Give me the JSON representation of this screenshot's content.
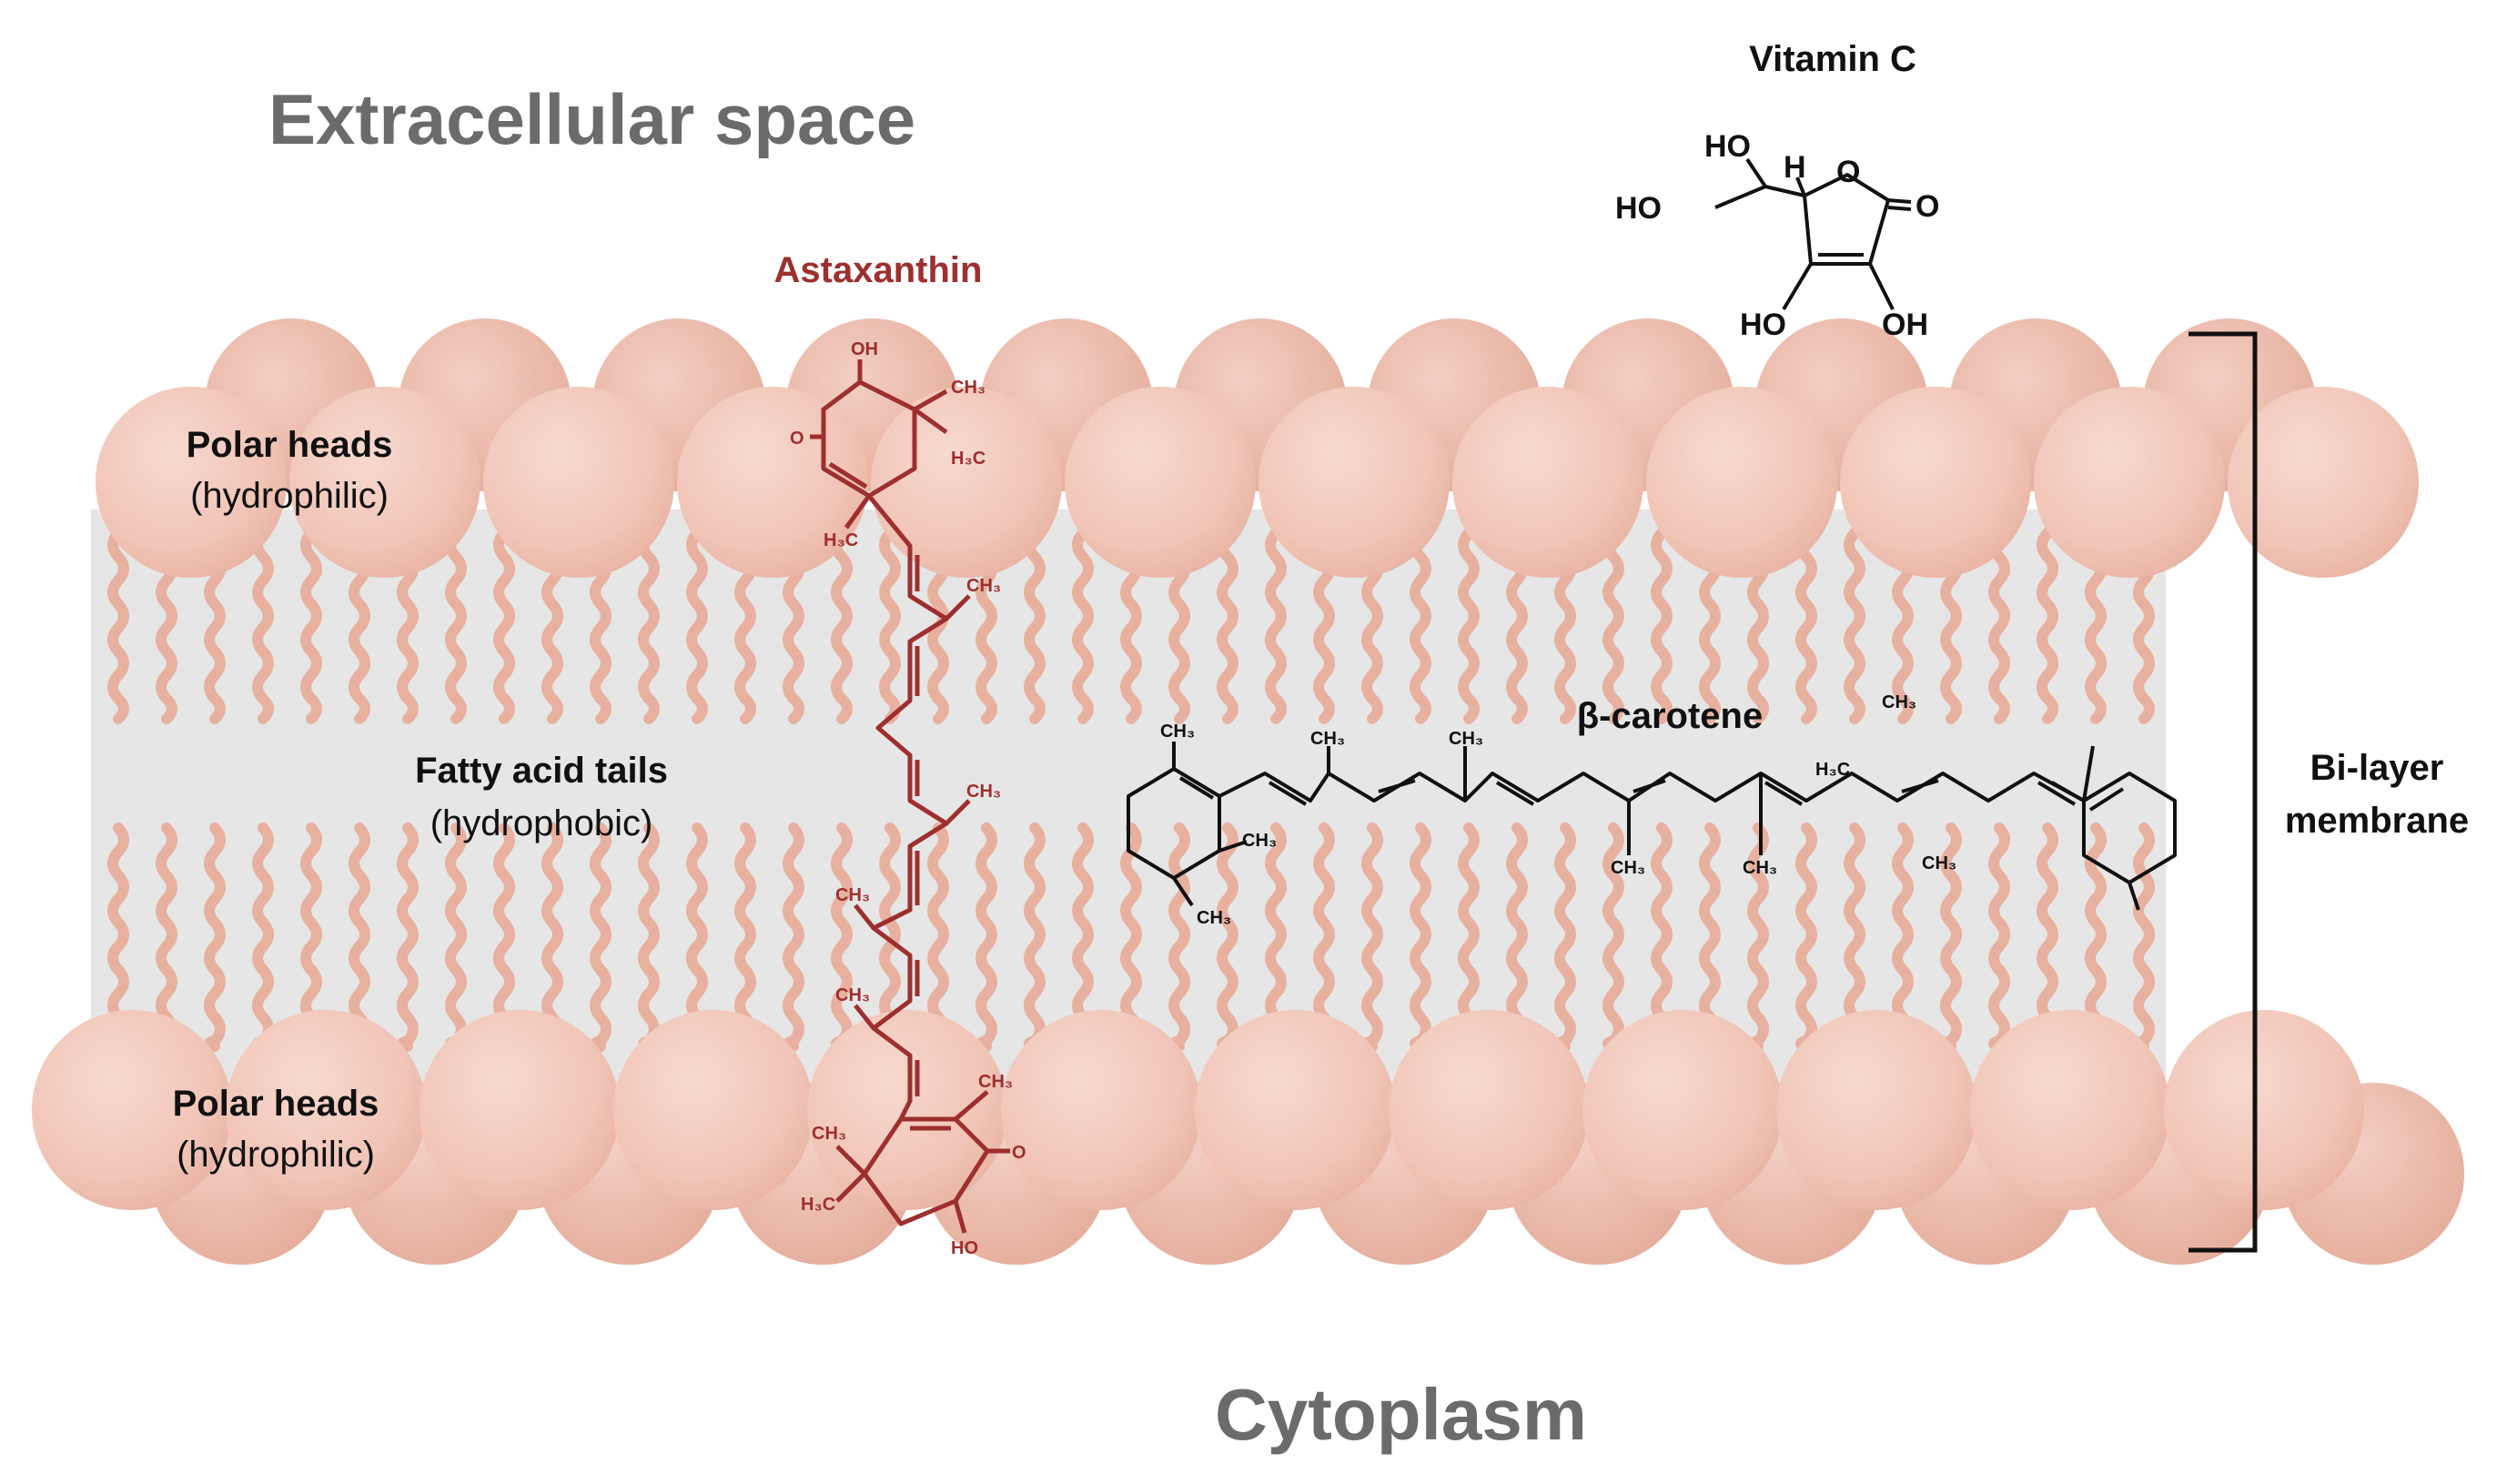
{
  "regions": {
    "extracellular": "Extracellular space",
    "cytoplasm": "Cytoplasm"
  },
  "membrane": {
    "top_heads_title": "Polar heads",
    "top_heads_sub": "(hydrophilic)",
    "tails_title": "Fatty acid tails",
    "tails_sub": "(hydrophobic)",
    "bottom_heads_title": "Polar heads",
    "bottom_heads_sub": "(hydrophilic)",
    "bilayer_line1": "Bi-layer",
    "bilayer_line2": "membrane"
  },
  "molecules": {
    "astaxanthin": {
      "name": "Astaxanthin",
      "atoms": {
        "oh": "OH",
        "ho": "HO",
        "o": "O",
        "ch3": "CH₃",
        "h3c": "H₃C"
      }
    },
    "beta_carotene": {
      "name": "β-carotene",
      "atoms": {
        "ch3": "CH₃",
        "h3c": "H₃C"
      }
    },
    "vitamin_c": {
      "name": "Vitamin C",
      "atoms": {
        "ho_top": "HO",
        "h": "H",
        "ho_left": "HO",
        "o_ring": "O",
        "o_carbonyl": "O",
        "ho_bottom": "HO",
        "oh_bottom": "OH"
      }
    }
  },
  "colors": {
    "head_fill": "#f2c4b6",
    "tail_stroke": "#e8b09f",
    "core_fill": "#e6e6e6",
    "astaxanthin": "#9e2f2f",
    "region_text": "#6b6b6b"
  }
}
